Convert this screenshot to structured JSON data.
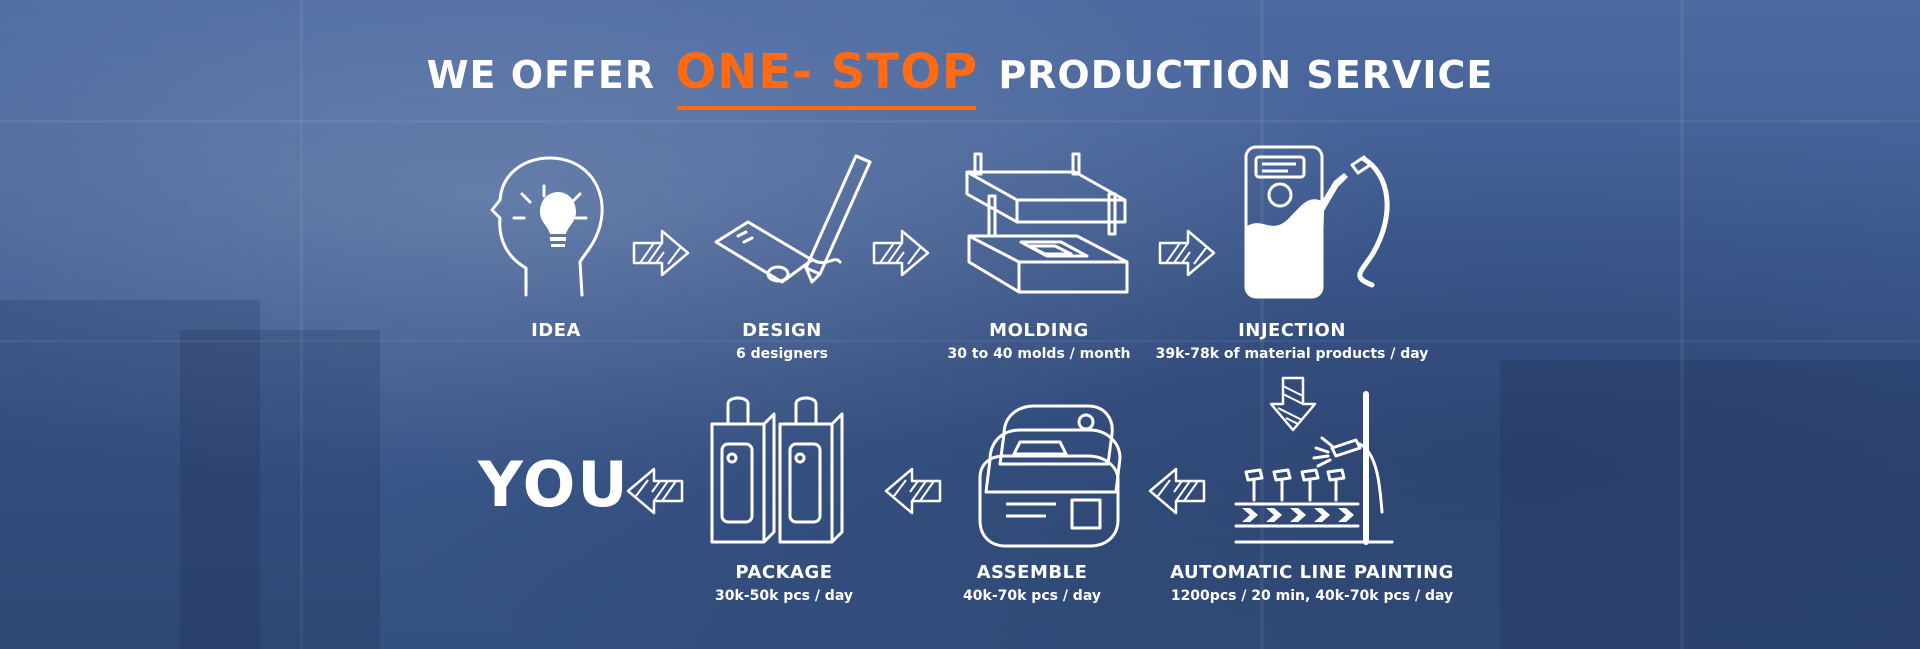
{
  "headline": {
    "prefix": "WE OFFER",
    "highlight": "ONE- STOP",
    "suffix": "PRODUCTION SERVICE"
  },
  "steps": {
    "idea": {
      "title": "IDEA"
    },
    "design": {
      "title": "DESIGN",
      "detail": "6 designers"
    },
    "molding": {
      "title": "MOLDING",
      "detail": "30 to 40 molds / month"
    },
    "injection": {
      "title": "INJECTION",
      "detail": "39k-78k of material products / day"
    },
    "painting": {
      "title": "AUTOMATIC LINE PAINTING",
      "detail": "1200pcs / 20 min, 40k-70k pcs / day"
    },
    "assemble": {
      "title": "ASSEMBLE",
      "detail": "40k-70k pcs / day"
    },
    "package": {
      "title": "PACKAGE",
      "detail": "30k-50k pcs / day"
    },
    "you": {
      "title": "YOU"
    }
  },
  "colors": {
    "accent": "#ff6a13",
    "background": "#3f5c92",
    "text": "#ffffff"
  },
  "icons": [
    "head-lightbulb-icon",
    "phone-case-pencil-icon",
    "mold-icon",
    "injection-icon",
    "painting-line-icon",
    "assembled-cases-icon",
    "package-boxes-icon",
    "arrow-right-icon",
    "arrow-down-icon",
    "arrow-left-icon"
  ]
}
